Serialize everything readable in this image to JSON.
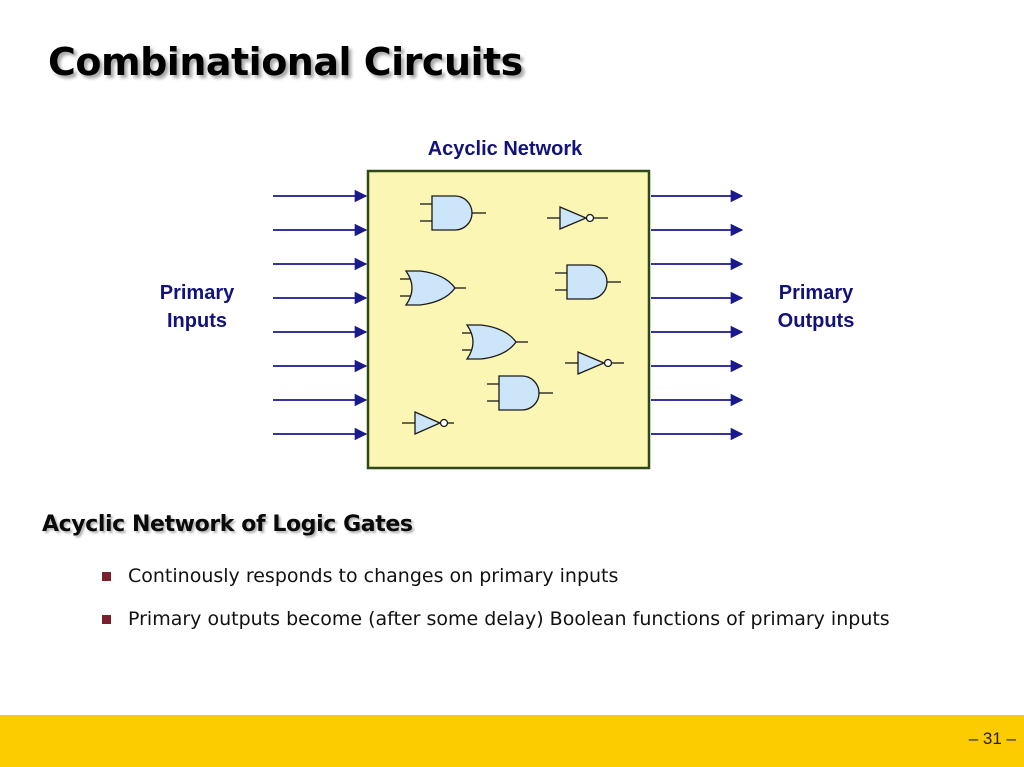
{
  "slide": {
    "title": "Combinational Circuits",
    "page_number": "– 31 –"
  },
  "diagram": {
    "network_label": "Acyclic Network",
    "inputs_label_line1": "Primary",
    "inputs_label_line2": "Inputs",
    "outputs_label_line1": "Primary",
    "outputs_label_line2": "Outputs",
    "input_count": 8,
    "output_count": 8,
    "gates": [
      "and",
      "not",
      "or",
      "and",
      "or",
      "not",
      "and",
      "not"
    ],
    "colors": {
      "box_fill": "#fcf6b4",
      "box_border": "#2e4a16",
      "arrow": "#1a1a8c",
      "gate_fill": "#cde5f8",
      "label": "#12127a"
    }
  },
  "content": {
    "heading": "Acyclic Network of Logic Gates",
    "bullets": [
      "Continously responds to changes on primary inputs",
      "Primary outputs become (after some delay) Boolean functions of primary inputs"
    ]
  },
  "footer": {
    "bar_color": "#fccc00"
  }
}
